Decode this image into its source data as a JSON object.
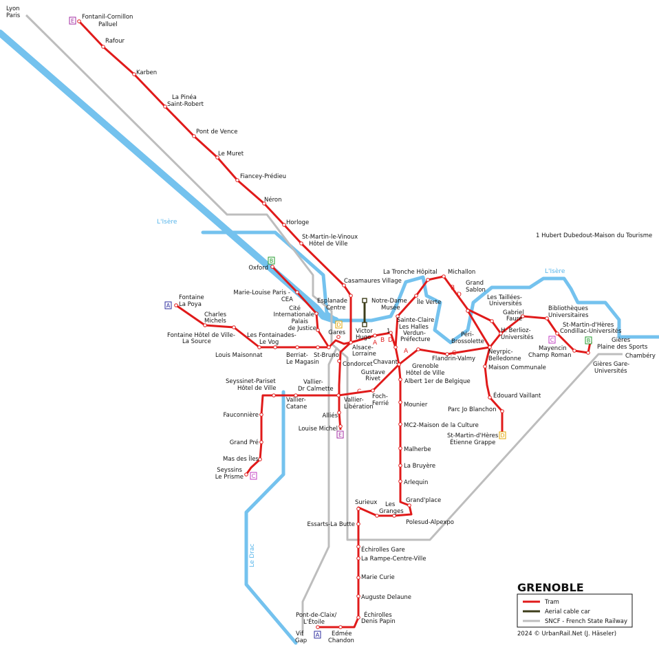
{
  "title": "GRENOBLE",
  "footnote": "1 Hubert Dubedout-Maison du Tourisme",
  "credit": "2024 © UrbanRail.Net (J. Häseler)",
  "legend": {
    "tram": "Tram",
    "cable": "Aerial cable car",
    "sncf": "SNCF - French State Railway"
  },
  "colors": {
    "tram": "#e01a1a",
    "rail": "#bdbdbd",
    "river": "#74c2ee",
    "cable": "#3d3d1a",
    "badge_a": "#2b2b9e",
    "badge_b": "#1f9a2a",
    "badge_c": "#c03ac0",
    "badge_d": "#e0a400",
    "badge_e": "#a02aa0"
  },
  "rivers": {
    "isere_left": "L'Isère",
    "isere_right": "L'Isère",
    "drac": "Le Drac"
  },
  "rail_labels": {
    "lyon": "Lyon",
    "paris": "Paris",
    "chambery": "Chambéry",
    "vif": "Vif",
    "gap": "Gap"
  },
  "line_letters": [
    "A",
    "B",
    "D",
    "A",
    "B",
    "D",
    "C",
    "1"
  ],
  "badges": [
    "E",
    "B",
    "A",
    "D",
    "C",
    "B",
    "D",
    "E",
    "C",
    "A"
  ],
  "stations": {
    "fontanil1": "Fontanil-Cornillon",
    "fontanil2": "Palluel",
    "rafour": "Rafour",
    "karben": "Karben",
    "pinea1": "La Pinéa",
    "pinea2": "Saint-Robert",
    "pontvence": "Pont de Vence",
    "muret": "Le Muret",
    "fiancey": "Fiancey-Prédieu",
    "neron": "Néron",
    "horloge": "Horloge",
    "stmartinv1": "St-Martin-le-Vinoux",
    "stmartinv2": "Hôtel de Ville",
    "casamaures": "Casamaures Village",
    "oxford": "Oxford",
    "mlparis1": "Marie-Louise Paris -",
    "mlparis2": "CEA",
    "cite1": "Cité",
    "cite2": "Internationale",
    "palais1": "Palais",
    "palais2": "de Justice",
    "esplanade1": "Esplanade",
    "esplanade2": "Centre",
    "gares": "Gares",
    "notredame1": "Notre-Dame",
    "notredame2": "Musée",
    "victorhugo1": "Victor",
    "victorhugo2": "Hugo",
    "alsace1": "Alsace-",
    "alsace2": "Lorraine",
    "tronche": "La Tronche Hôpital",
    "michallon": "Michallon",
    "ileverte": "Île Verte",
    "grandsablon1": "Grand",
    "grandsablon2": "Sablon",
    "taillees1": "Les Taillées-",
    "taillees2": "Universités",
    "gabriel1": "Gabriel",
    "gabriel2": "Fauré",
    "biblio1": "Bibliothèques",
    "biblio2": "Universitaires",
    "condillac1": "St-Martin-d'Hères",
    "condillac2": "Condillac-Universités",
    "gieres1": "Gières",
    "gieres2": "Plaine des Sports",
    "gieresgare1": "Gières Gare-",
    "gieresgare2": "Universités",
    "mayencin1": "Mayencin",
    "mayencin2": "Champ Roman",
    "berlioz1": "H. Berlioz-",
    "berlioz2": "Universités",
    "neyrpic1": "Neyrpic-",
    "neyrpic2": "Belledonne",
    "maisoncomm": "Maison Communale",
    "periB1": "Péri-",
    "periB2": "Brossolette",
    "flandrin": "Flandrin-Valmy",
    "steclaire1": "Sainte-Claire",
    "steclaire2": "Les Halles",
    "verdun1": "Verdun-",
    "verdun2": "Préfecture",
    "hdv1": "Grenoble",
    "hdv2": "Hôtel de Ville",
    "chavant": "Chavant",
    "gustave1": "Gustave",
    "gustave2": "Rivet",
    "condorcet": "Condorcet",
    "albert": "Albert 1er de Belgique",
    "fontainepoya1": "Fontaine",
    "fontainepoya2": "La Poya",
    "charles1": "Charles",
    "charles2": "Michels",
    "fontainehdv1": "Fontaine Hôtel de Ville-",
    "fontainehdv2": "La Source",
    "fontainades1": "Les Fontainades-",
    "fontainades2": "Le Vog",
    "maisonnat": "Louis Maisonnat",
    "berriat1": "Berriat-",
    "berriat2": "Le Magasin",
    "stbruno": "St-Bruno",
    "seyssinetp1": "Seyssinet-Pariset",
    "seyssinetp2": "Hôtel de Ville",
    "vallierdr1": "Vallier-",
    "vallierdr2": "Dr Calmette",
    "valliercat1": "Vallier-",
    "valliercat2": "Catane",
    "vallierlib1": "Vallier-",
    "vallierlib2": "Libération",
    "foch1": "Foch-",
    "foch2": "Ferrié",
    "allies": "Alliés",
    "louisemichel": "Louise Michel",
    "fauconniere": "Fauconnière",
    "grandpre": "Grand Pré",
    "maisiles": "Mas des Îles",
    "seyssins1": "Seyssins",
    "seyssins2": "Le Prisme",
    "mounier": "Mounier",
    "mc2": "MC2-Maison de la Culture",
    "malherbe": "Malherbe",
    "bruyere": "La Bruyère",
    "arlequin": "Arlequin",
    "grandplace": "Grand'place",
    "surieux": "Surieux",
    "granges1": "Les",
    "granges2": "Granges",
    "polesud": "Polesud-Alpexpo",
    "essarts": "Essarts-La Butte",
    "echirollesgare": "Échirolles Gare",
    "rampe": "La Rampe-Centre-Ville",
    "mariecurie": "Marie Curie",
    "delaune": "Auguste Delaune",
    "papin1": "Échirolles",
    "papin2": "Denis Papin",
    "pontclaix1": "Pont-de-Claix/",
    "pontclaix2": "L'Étoile",
    "edmee1": "Edmée",
    "edmee2": "Chandon",
    "vaillant": "Édouard Vaillant",
    "blanchon": "Parc Jo Blanchon",
    "grappe1": "St-Martin-d'Hères",
    "grappe2": "Étienne Grappe"
  }
}
